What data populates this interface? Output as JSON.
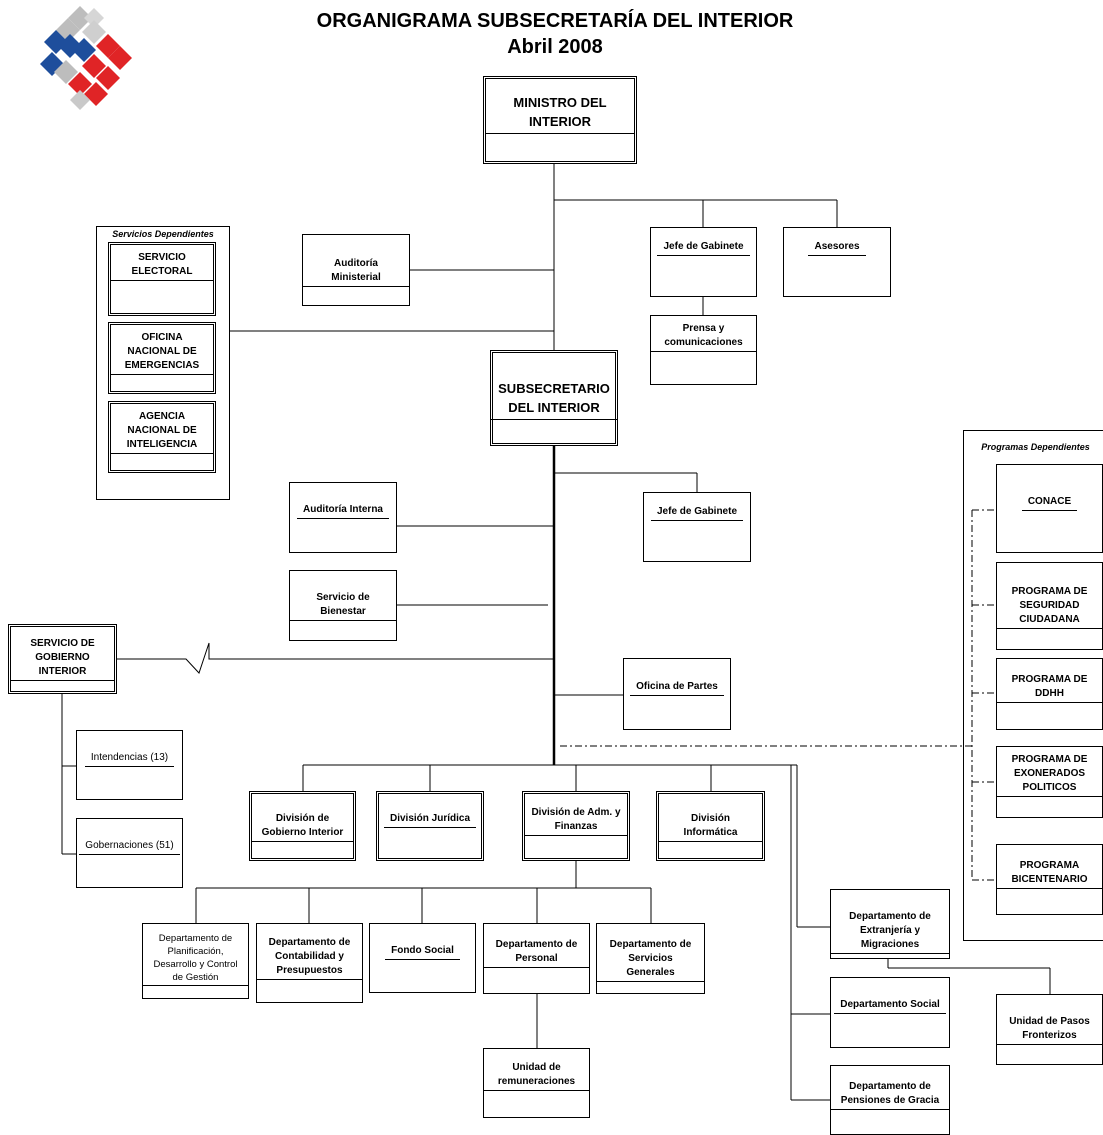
{
  "header": {
    "title": "ORGANIGRAMA SUBSECRETARÍA DEL INTERIOR",
    "subtitle": "Abril 2008"
  },
  "colors": {
    "line": "#000000",
    "logo_blue": "#1e4e9c",
    "logo_red": "#e02426",
    "logo_gray": "#bdbdbd"
  },
  "logo": {
    "icon": "chile-government-logo"
  },
  "containers": {
    "servicios_title": "Servicios Dependientes",
    "programas_title": "Programas Dependientes"
  },
  "nodes": {
    "ministro": "MINISTRO DEL INTERIOR",
    "auditoria_ministerial": "Auditoría Ministerial",
    "jefe_gabinete_1": "Jefe de Gabinete",
    "asesores": "Asesores",
    "prensa": "Prensa y comunicaciones",
    "servicio_electoral": "SERVICIO ELECTORAL",
    "onemi": "OFICINA NACIONAL DE EMERGENCIAS",
    "ani": "AGENCIA NACIONAL DE INTELIGENCIA",
    "subsecretario": "SUBSECRETARIO DEL INTERIOR",
    "auditoria_interna": "Auditoría Interna",
    "jefe_gabinete_2": "Jefe de Gabinete",
    "bienestar": "Servicio de Bienestar",
    "gobierno_interior": "SERVICIO DE GOBIERNO INTERIOR",
    "intendencias": "Intendencias (13)",
    "gobernaciones": "Gobernaciones (51)",
    "oficina_partes": "Oficina de Partes",
    "div_gobierno_interior": "División de Gobierno Interior",
    "div_juridica": "División Jurídica",
    "div_adm_finanzas": "División de Adm. y Finanzas",
    "div_informatica": "División Informática",
    "dep_planificacion": "Departamento de Planificación, Desarrollo y Control de Gestión",
    "dep_contabilidad": "Departamento de Contabilidad y Presupuestos",
    "fondo_social": "Fondo Social",
    "dep_personal": "Departamento de Personal",
    "dep_servicios_generales": "Departamento de Servicios Generales",
    "unidad_remuneraciones": "Unidad de remuneraciones",
    "dep_extranjeria": "Departamento de Extranjería y Migraciones",
    "dep_social": "Departamento Social",
    "dep_pensiones": "Departamento de Pensiones de Gracia",
    "unidad_pasos": "Unidad de Pasos Fronterizos",
    "conace": "CONACE",
    "prog_seguridad": "PROGRAMA DE SEGURIDAD CIUDADANA",
    "prog_ddhh": "PROGRAMA DE DDHH",
    "prog_exonerados": "PROGRAMA DE EXONERADOS POLITICOS",
    "prog_bicentenario": "PROGRAMA BICENTENARIO"
  }
}
